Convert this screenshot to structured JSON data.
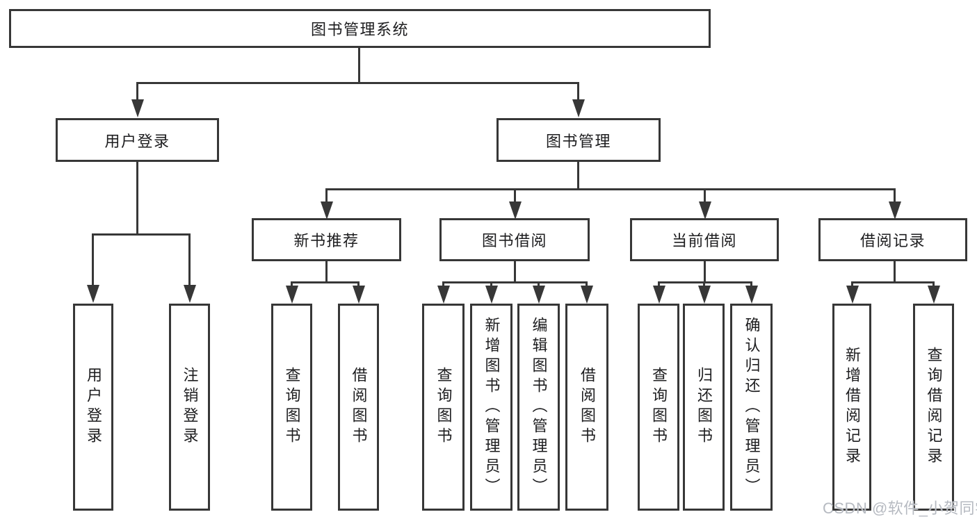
{
  "diagram": {
    "root": {
      "label": "图书管理系统"
    },
    "level2": [
      {
        "label": "用户登录",
        "children": [
          {
            "label": "用户登录"
          },
          {
            "label": "注销登录"
          }
        ]
      },
      {
        "label": "图书管理",
        "children": [
          {
            "label": "新书推荐",
            "children": [
              {
                "label": "查询图书"
              },
              {
                "label": "借阅图书"
              }
            ]
          },
          {
            "label": "图书借阅",
            "children": [
              {
                "label": "查询图书"
              },
              {
                "label": "新增图书（管理员）"
              },
              {
                "label": "编辑图书（管理员）"
              },
              {
                "label": "借阅图书"
              }
            ]
          },
          {
            "label": "当前借阅",
            "children": [
              {
                "label": "查询图书"
              },
              {
                "label": "归还图书"
              },
              {
                "label": "确认归还（管理员）"
              }
            ]
          },
          {
            "label": "借阅记录",
            "children": [
              {
                "label": "新增借阅记录"
              },
              {
                "label": "查询借阅记录"
              }
            ]
          }
        ]
      }
    ]
  },
  "watermark": {
    "text": "CSDN @软件_小贺同学"
  },
  "colors": {
    "line": "#373737",
    "text": "#1d1d1f",
    "background": "#ffffff",
    "watermark": "#b6bac1"
  }
}
